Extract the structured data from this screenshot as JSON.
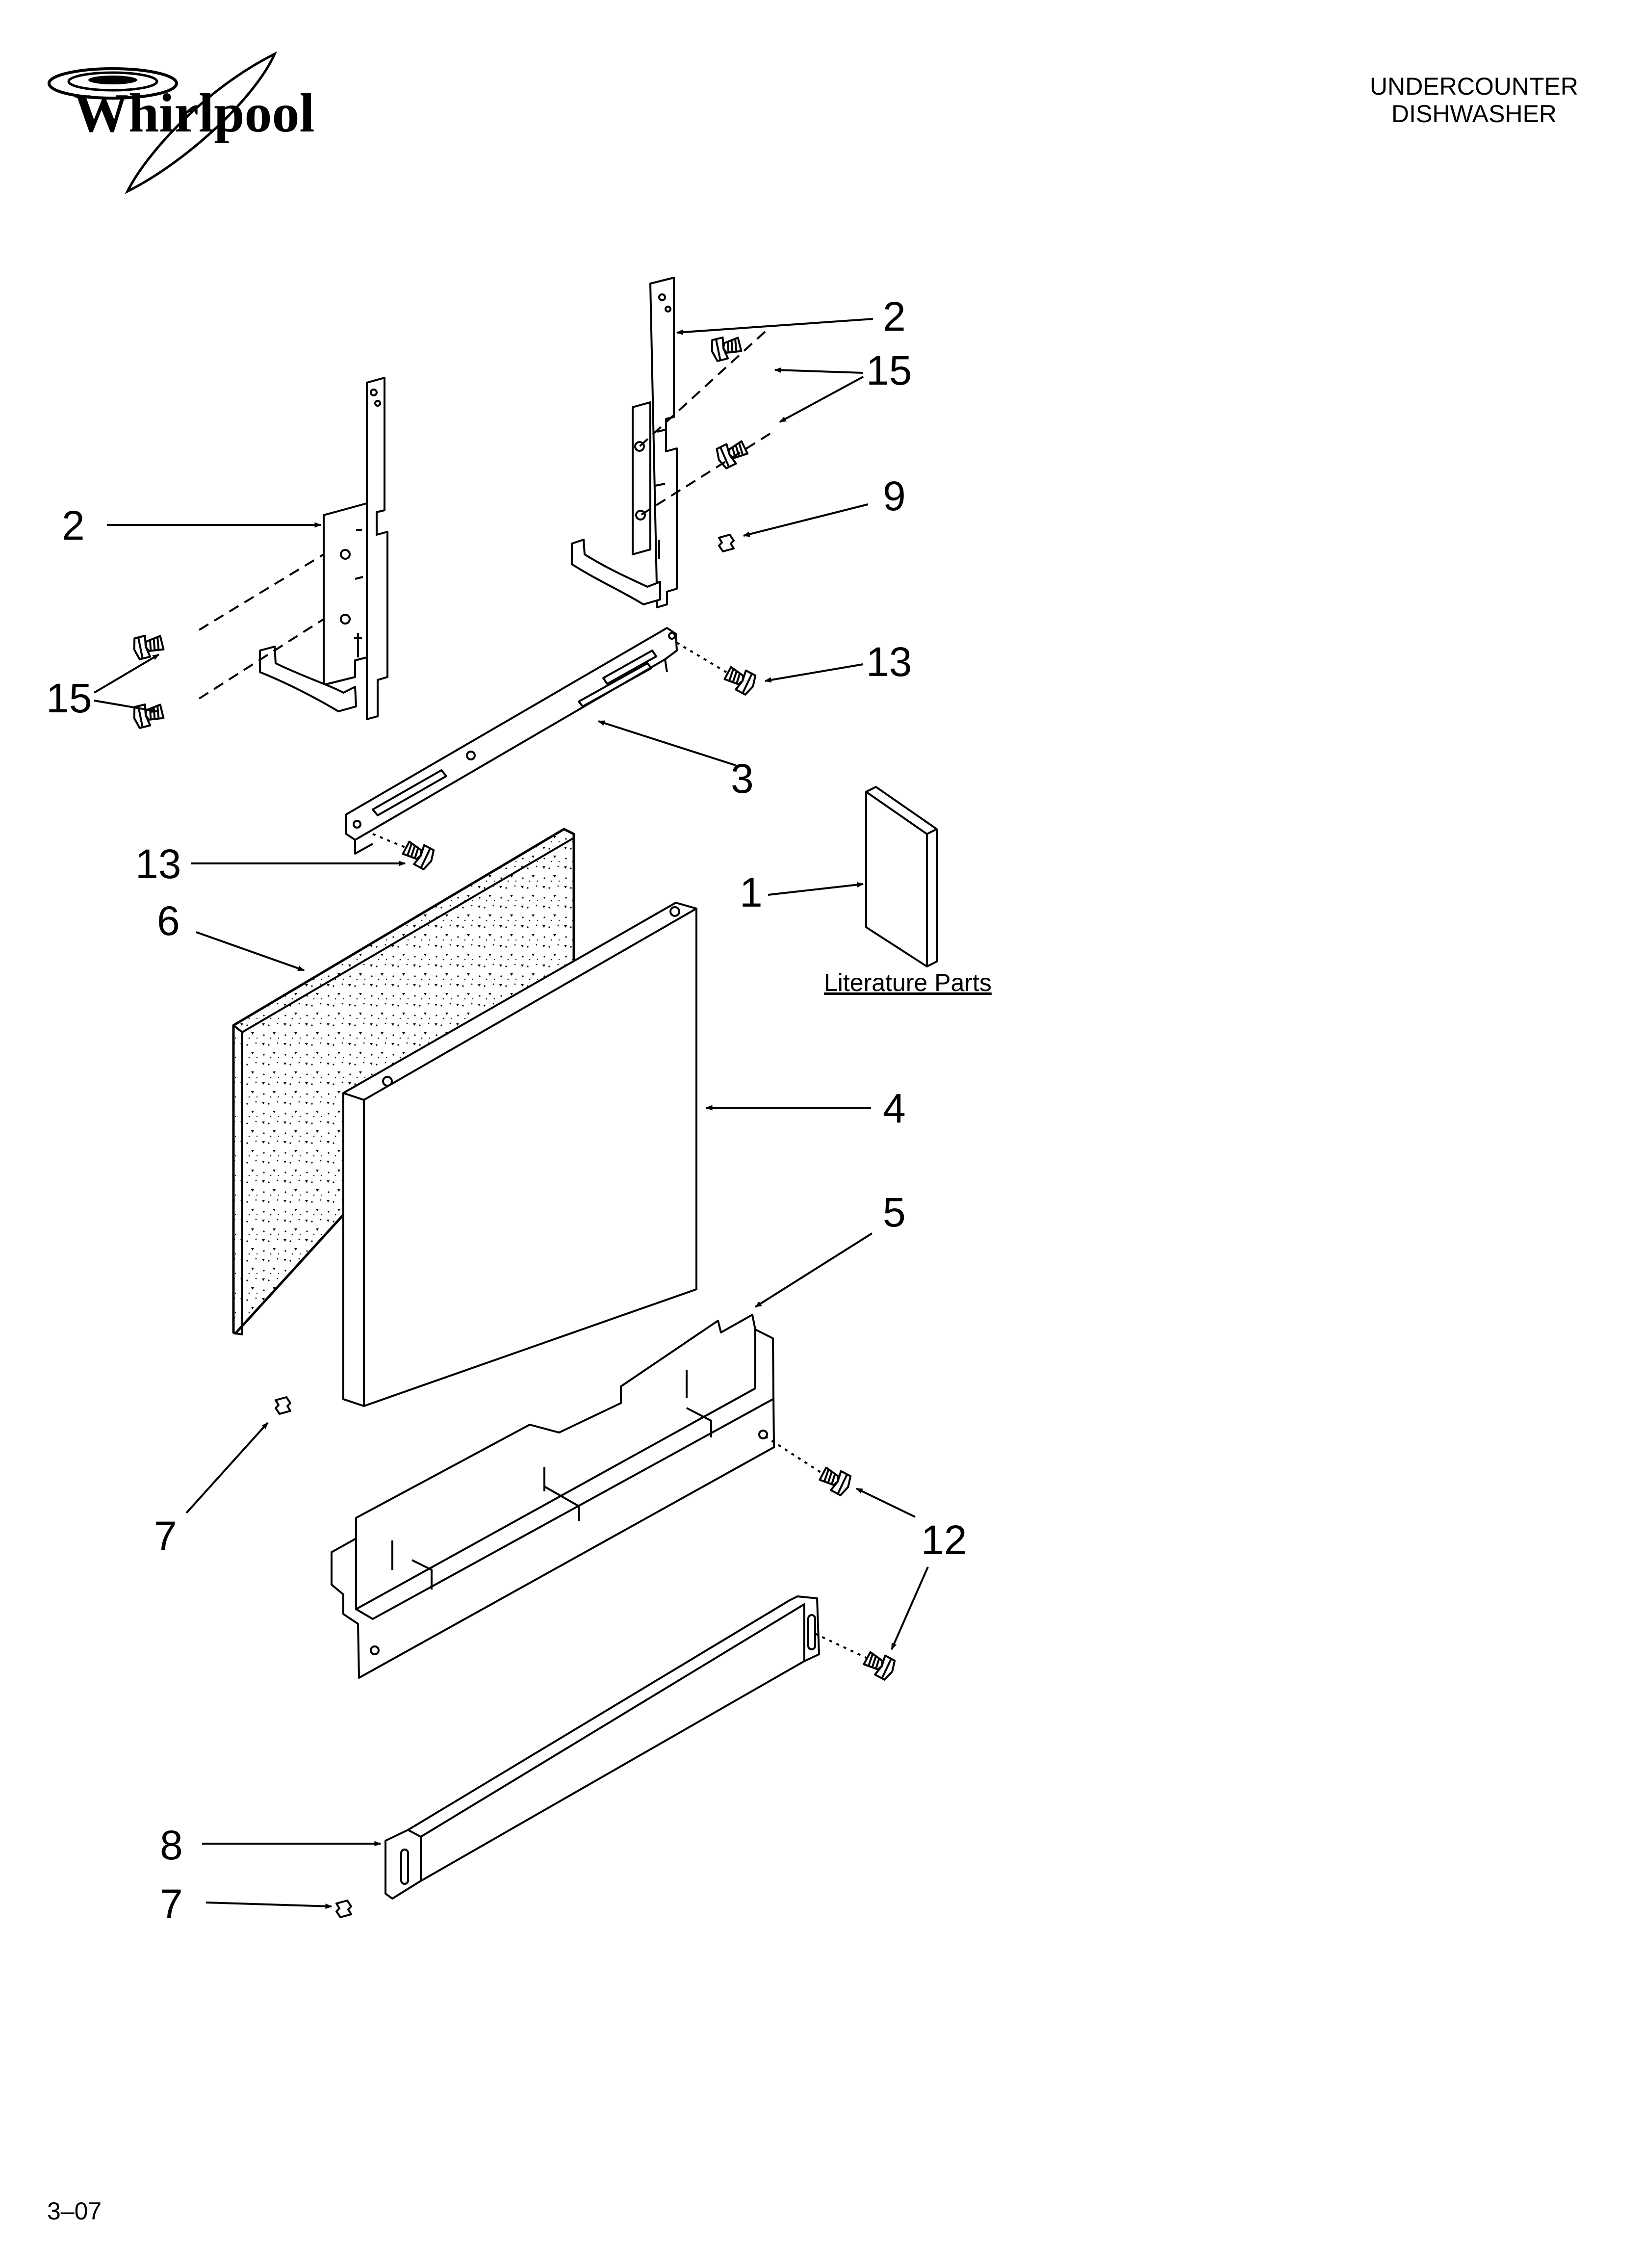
{
  "brand": {
    "name": "Whirlpool"
  },
  "header": {
    "line1": "UNDERCOUNTER",
    "line2": "DISHWASHER"
  },
  "footer": {
    "code": "3–07"
  },
  "literature_label": "Literature Parts",
  "callouts": {
    "c1": "1",
    "c2a": "2",
    "c2b": "2",
    "c3": "3",
    "c4": "4",
    "c5": "5",
    "c6": "6",
    "c7a": "7",
    "c7b": "7",
    "c8": "8",
    "c9": "9",
    "c12": "12",
    "c13a": "13",
    "c13b": "13",
    "c15a": "15",
    "c15b": "15"
  }
}
